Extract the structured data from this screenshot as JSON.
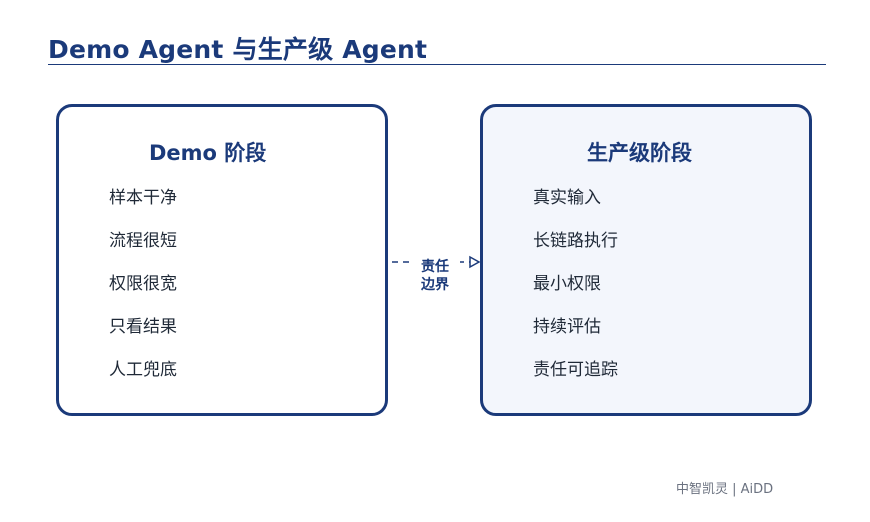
{
  "title": "Demo Agent 与生产级 Agent",
  "left_box": {
    "title": "Demo 阶段",
    "items": [
      "样本干净",
      "流程很短",
      "权限很宽",
      "只看结果",
      "人工兜底"
    ]
  },
  "right_box": {
    "title": "生产级阶段",
    "items": [
      "真实输入",
      "长链路执行",
      "最小权限",
      "持续评估",
      "责任可追踪"
    ]
  },
  "connector": {
    "line1": "责任",
    "line2": "边界"
  },
  "footer": "中智凯灵 | AiDD",
  "colors": {
    "accent": "#1b3a7a",
    "right_fill": "#f3f6fc"
  }
}
